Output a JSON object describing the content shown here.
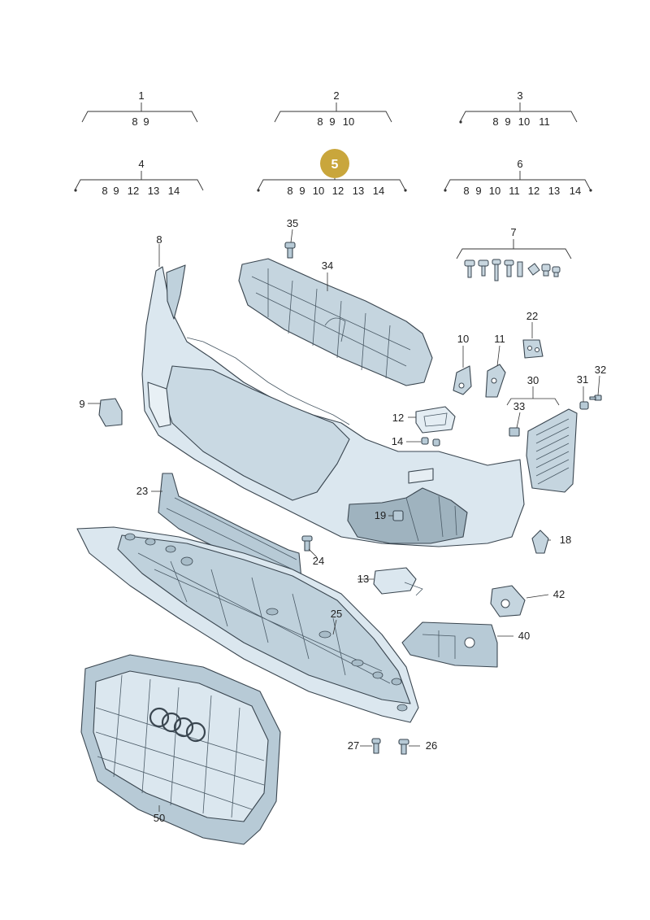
{
  "colors": {
    "part_fill": "#d9e6ee",
    "part_shade": "#b7cad6",
    "part_dark": "#8fa5b3",
    "stroke": "#3a4650",
    "highlight": "#c9a63c",
    "text": "#222222"
  },
  "highlight_group": "5",
  "groups": [
    {
      "id": "1",
      "items": [
        "8",
        "9"
      ]
    },
    {
      "id": "2",
      "items": [
        "8",
        "9",
        "10"
      ]
    },
    {
      "id": "3",
      "items": [
        "8",
        "9",
        "10",
        "11"
      ]
    },
    {
      "id": "4",
      "items": [
        "8",
        "9",
        "12",
        "13",
        "14"
      ]
    },
    {
      "id": "5",
      "items": [
        "8",
        "9",
        "10",
        "12",
        "13",
        "14"
      ]
    },
    {
      "id": "6",
      "items": [
        "8",
        "9",
        "10",
        "11",
        "12",
        "13",
        "14"
      ]
    },
    {
      "id": "7",
      "items": []
    }
  ],
  "callouts": [
    "8",
    "9",
    "10",
    "11",
    "12",
    "13",
    "14",
    "18",
    "19",
    "22",
    "23",
    "24",
    "25",
    "26",
    "27",
    "30",
    "31",
    "32",
    "33",
    "34",
    "35",
    "40",
    "42",
    "50"
  ]
}
